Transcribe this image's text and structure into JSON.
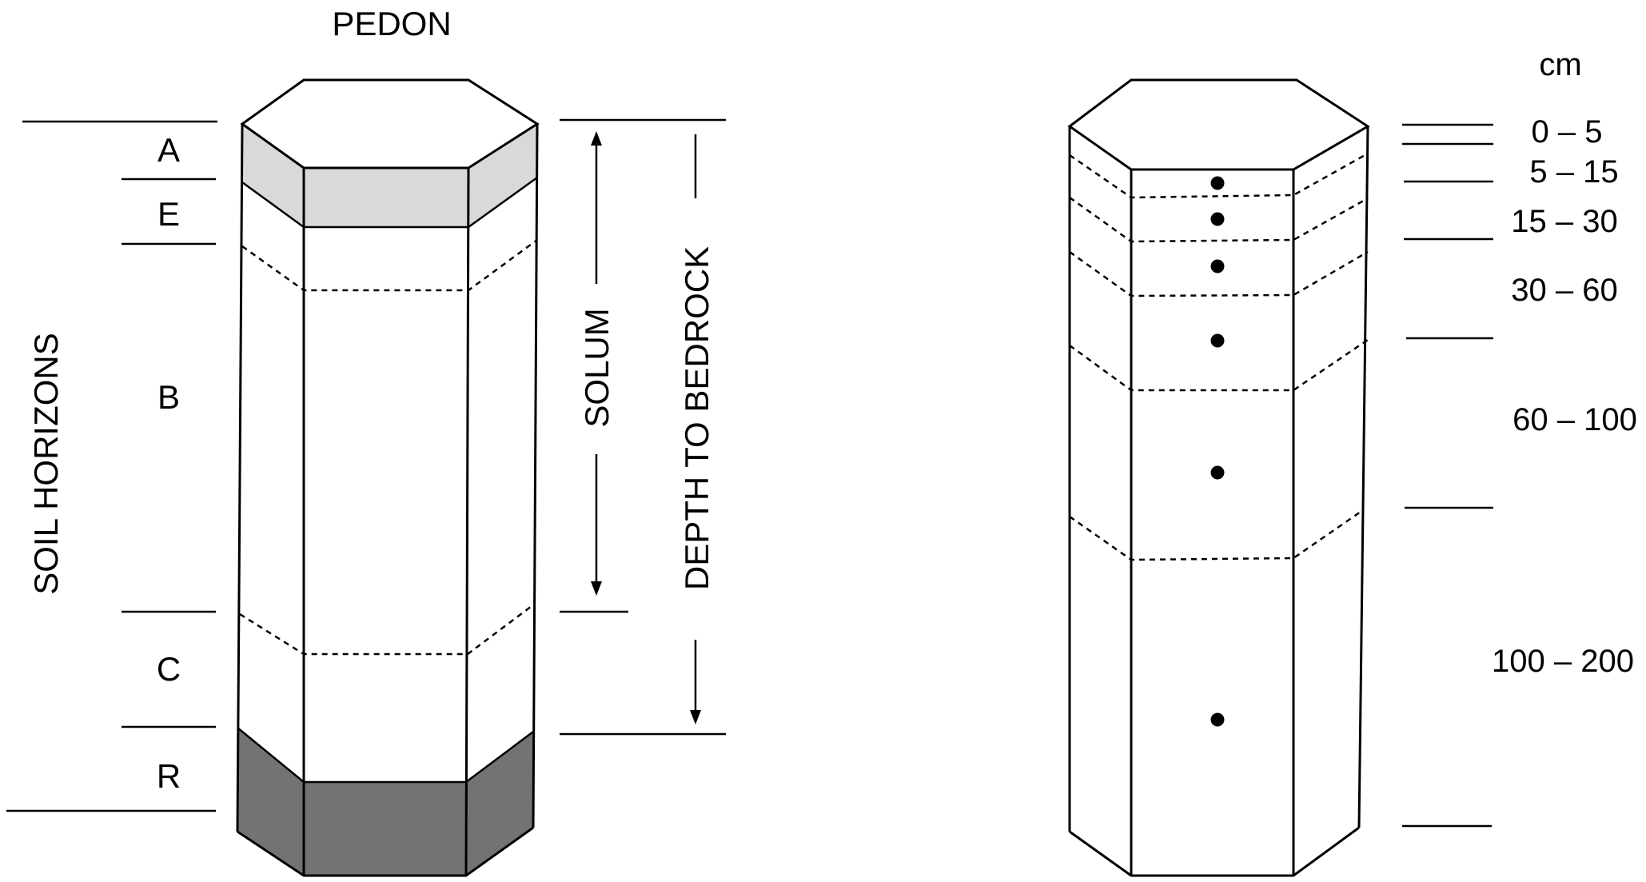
{
  "left_prism": {
    "title": "PEDON",
    "side_label": "SOIL HORIZONS",
    "horizons": [
      "A",
      "E",
      "B",
      "C",
      "R"
    ],
    "solum_label": "SOLUM",
    "bedrock_label": "DEPTH TO BEDROCK",
    "colors": {
      "A": "#d9d9d9",
      "R": "#737373"
    }
  },
  "right_prism": {
    "unit": "cm",
    "depth_intervals": [
      "0 – 5",
      "5 – 15",
      "15 – 30",
      "30 – 60",
      "60 – 100",
      "100 – 200"
    ]
  }
}
